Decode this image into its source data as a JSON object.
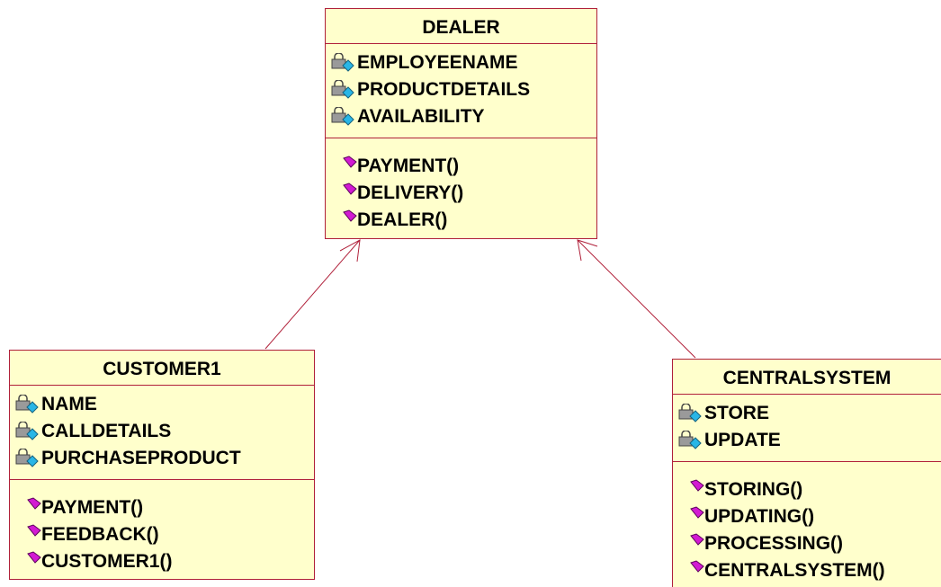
{
  "colors": {
    "class_fill": "#ffffcc",
    "class_border": "#b0203a",
    "relation_line": "#b0203a",
    "attribute_icon_lock": "#8a8a8a",
    "attribute_icon_diamond": "#29b6e6",
    "operation_icon": "#d21ad2"
  },
  "icons": {
    "attribute": "private-attribute-icon",
    "operation": "operation-icon"
  },
  "classes": {
    "dealer": {
      "name": "DEALER",
      "attributes": [
        "EMPLOYEENAME",
        "PRODUCTDETAILS",
        "AVAILABILITY"
      ],
      "operations": [
        "PAYMENT()",
        "DELIVERY()",
        "DEALER()"
      ]
    },
    "customer": {
      "name": "CUSTOMER1",
      "attributes": [
        "NAME",
        "CALLDETAILS",
        "PURCHASEPRODUCT"
      ],
      "operations": [
        "PAYMENT()",
        "FEEDBACK()",
        "CUSTOMER1()"
      ]
    },
    "central": {
      "name": "CENTRALSYSTEM",
      "attributes": [
        "STORE",
        "UPDATE"
      ],
      "operations": [
        "STORING()",
        "UPDATING()",
        "PROCESSING()",
        "CENTRALSYSTEM()"
      ]
    }
  },
  "relations": [
    {
      "from": "CUSTOMER1",
      "to": "DEALER",
      "kind": "association-arrow"
    },
    {
      "from": "CENTRALSYSTEM",
      "to": "DEALER",
      "kind": "association-arrow"
    }
  ]
}
